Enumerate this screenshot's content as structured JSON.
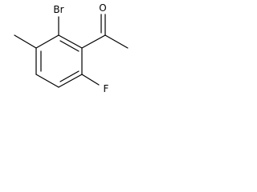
{
  "structure": {
    "atoms": {
      "bromine": "Br",
      "oxygen": "O",
      "fluorine": "F"
    }
  }
}
